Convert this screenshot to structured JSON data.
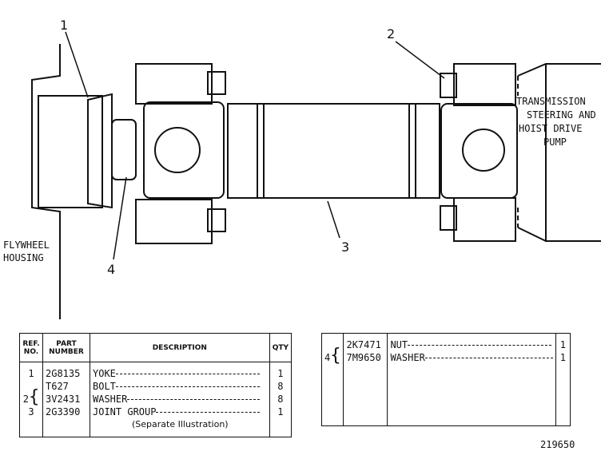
{
  "callouts": [
    "1",
    "2",
    "3",
    "4"
  ],
  "labels": {
    "transmission": [
      "TRANSMISSION",
      "STEERING AND",
      "HOIST DRIVE",
      "PUMP"
    ],
    "flywheel": [
      "FLYWHEEL",
      "HOUSING"
    ]
  },
  "table_left": {
    "headers": {
      "ref": [
        "REF.",
        "NO."
      ],
      "part": [
        "PART",
        "NUMBER"
      ],
      "desc": "DESCRIPTION",
      "qty": "QTY"
    },
    "rows": [
      {
        "ref": "1",
        "part": "2G8135",
        "desc": "YOKE",
        "qty": "1"
      },
      {
        "ref": "2",
        "part": "T627",
        "desc": "BOLT",
        "qty": "8"
      },
      {
        "ref": "",
        "part": "3V2431",
        "desc": "WASHER",
        "qty": "8"
      },
      {
        "ref": "3",
        "part": "2G3390",
        "desc": "JOINT GROUP",
        "qty": "1"
      },
      {
        "ref": "",
        "part": "",
        "desc": "(Separate Illustration)",
        "qty": ""
      }
    ]
  },
  "table_right": {
    "rows": [
      {
        "ref": "4",
        "part": "2K7471",
        "desc": "NUT",
        "qty": "1"
      },
      {
        "ref": "",
        "part": "7M9650",
        "desc": "WASHER",
        "qty": "1"
      }
    ]
  },
  "figure_number": "219650"
}
